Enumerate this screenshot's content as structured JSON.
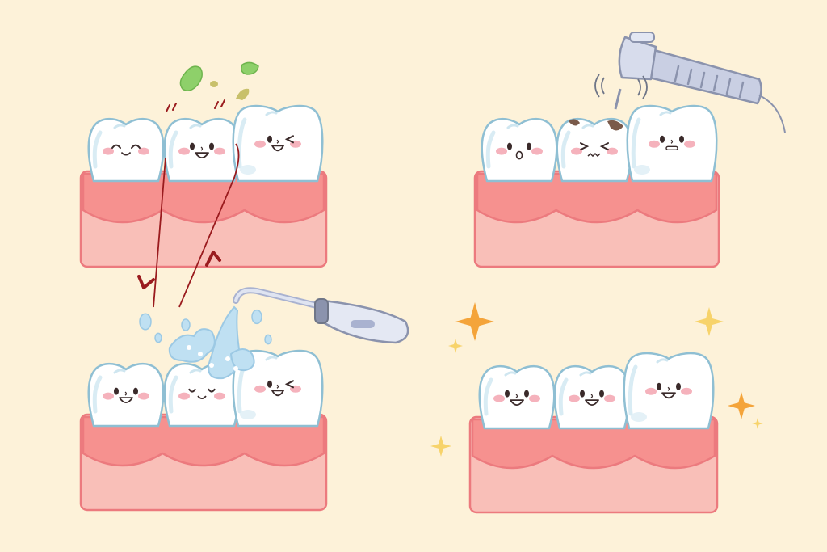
{
  "colors": {
    "background": "#fdf2d9",
    "gum_dark": "#f6918f",
    "gum_light": "#f9bfb8",
    "gum_stroke": "#ec7a7e",
    "tooth_fill": "#ffffff",
    "tooth_stroke": "#8fbfd3",
    "cheek": "#f3a4b0",
    "eye": "#3a2a2a",
    "plaque_green": "#8ed06a",
    "plaque_olive": "#c8c06a",
    "arrow_dark_red": "#9a1b1e",
    "water": "#bfe0f2",
    "tool_metal": "#c9cfe3",
    "decay_brown": "#7a5a4a",
    "sparkle_orange": "#f4a43a",
    "sparkle_yellow": "#f7d36a"
  },
  "scenes": [
    {
      "id": "plaque-scene",
      "state": "food debris between teeth",
      "tooth_faces": [
        "smile",
        "happy",
        "wink"
      ]
    },
    {
      "id": "decay-scene",
      "state": "cavity being drilled",
      "tooth_faces": [
        "surprised",
        "pained",
        "neutral"
      ]
    },
    {
      "id": "cleaning-scene",
      "state": "water flossing",
      "tooth_faces": [
        "happy",
        "relieved",
        "wink"
      ]
    },
    {
      "id": "clean-scene",
      "state": "sparkling clean",
      "tooth_faces": [
        "happy",
        "happy",
        "happy"
      ]
    }
  ],
  "icons": [
    "tooth-icon",
    "gum-icon",
    "dental-drill-icon",
    "water-flosser-icon",
    "sparkle-icon",
    "arrow-icon",
    "plaque-icon"
  ]
}
